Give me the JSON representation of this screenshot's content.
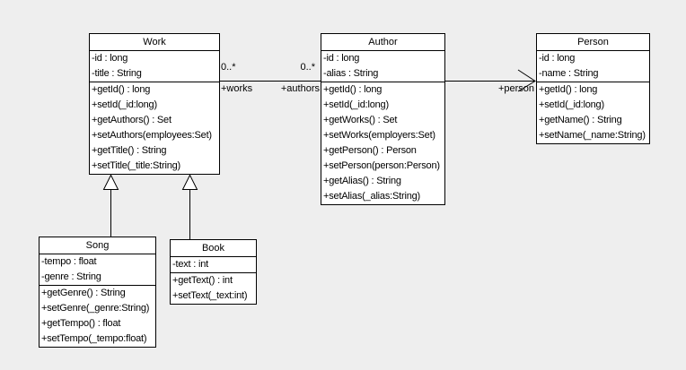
{
  "colors": {
    "canvas_bg": "#eeeeee",
    "box_fill": "#ffffff",
    "line": "#000000"
  },
  "classes": [
    {
      "title": "Work",
      "attributes": [
        "-id : long",
        "-title : String"
      ],
      "methods": [
        "+getId() : long",
        "+setId(_id:long)",
        "+getAuthors() : Set",
        "+setAuthors(employees:Set)",
        "+getTitle() : String",
        "+setTitle(_title:String)"
      ]
    },
    {
      "title": "Author",
      "attributes": [
        "-id : long",
        "-alias : String"
      ],
      "methods": [
        "+getId() : long",
        "+setId(_id:long)",
        "+getWorks() : Set",
        "+setWorks(employers:Set)",
        "+getPerson() : Person",
        "+setPerson(person:Person)",
        "+getAlias() : String",
        "+setAlias(_alias:String)"
      ]
    },
    {
      "title": "Person",
      "attributes": [
        "-id : long",
        "-name : String"
      ],
      "methods": [
        "+getId() : long",
        "+setId(_id:long)",
        "+getName() : String",
        "+setName(_name:String)"
      ]
    },
    {
      "title": "Song",
      "attributes": [
        "-tempo : float",
        "-genre : String"
      ],
      "methods": [
        "+getGenre() : String",
        "+setGenre(_genre:String)",
        "+getTempo() : float",
        "+setTempo(_tempo:float)"
      ]
    },
    {
      "title": "Book",
      "attributes": [
        "-text : int"
      ],
      "methods": [
        "+getText() : int",
        "+setText(_text:int)"
      ]
    }
  ],
  "associations": {
    "work_author": {
      "work_multiplicity": "0..*",
      "author_multiplicity": "0..*",
      "work_role": "+works",
      "author_role": "+authors"
    },
    "author_person": {
      "person_role": "+person"
    }
  }
}
